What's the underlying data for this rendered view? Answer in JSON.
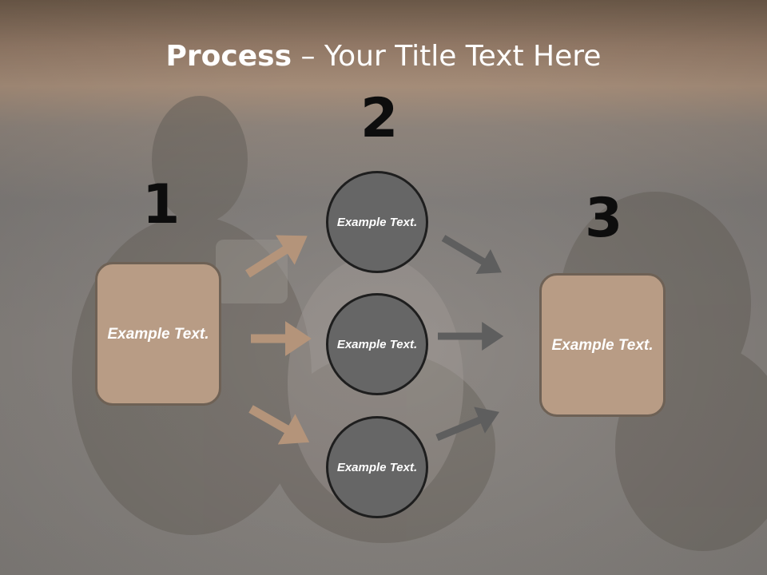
{
  "title": {
    "bold": "Process",
    "rest": " – Your Title Text Here"
  },
  "steps": [
    {
      "number": "1",
      "text": "Example Text."
    },
    {
      "number": "2",
      "circles": [
        "Example Text.",
        "Example Text.",
        "Example Text."
      ]
    },
    {
      "number": "3",
      "text": "Example Text."
    }
  ],
  "colors": {
    "tan": "#b89c85",
    "tan_arrow": "#b4947a",
    "gray_circle": "#666666",
    "gray_arrow": "#5e5e5e",
    "title_band": "#a48873"
  }
}
